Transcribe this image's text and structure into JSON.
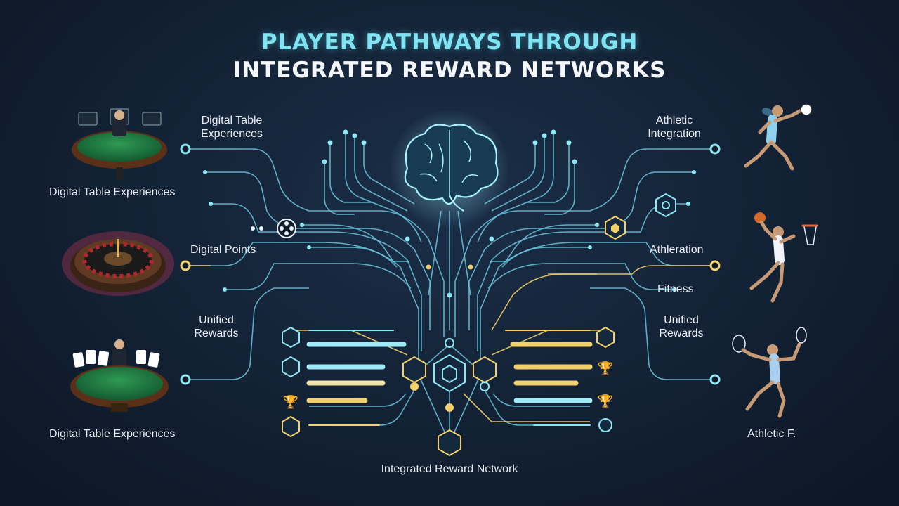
{
  "title": {
    "line1": "PLAYER PATHWAYS THROUGH",
    "line2": "INTEGRATED REWARD NETWORKS"
  },
  "left_labels": {
    "card1": "Digital Table Experiences",
    "card3": "Digital Table Experiences",
    "node1_line1": "Digital Table",
    "node1_line2": "Experiences",
    "node2": "Digital Points",
    "node3_line1": "Unified",
    "node3_line2": "Rewards"
  },
  "right_labels": {
    "node1_line1": "Athletic",
    "node1_line2": "Integration",
    "node2": "Athleration",
    "fitness": "Fitness",
    "node3_line1": "Unified",
    "node3_line2": "Rewards",
    "card3": "Athletic F."
  },
  "center_label": "Integrated Reward Network",
  "colors": {
    "cyan": "#7fe3f2",
    "gold": "#f2d06b",
    "line": "#6cc7dd",
    "background": "#142337"
  }
}
